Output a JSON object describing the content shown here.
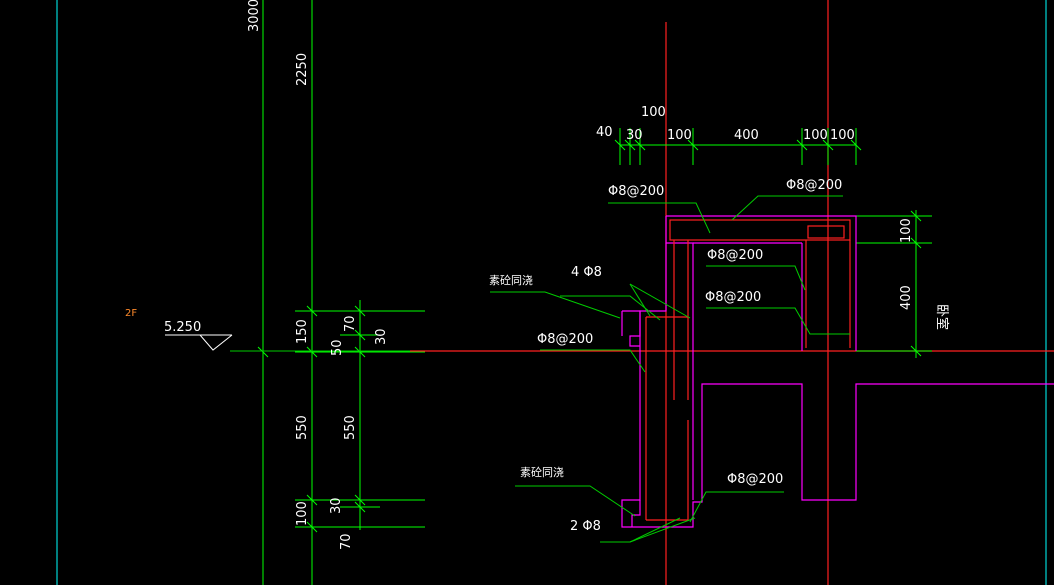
{
  "colors": {
    "background": "#000000",
    "dimension": "#00ff00",
    "grid": "#00ffff",
    "axis": "#ff2020",
    "concrete": "#ff00ff",
    "text": "#ffffff",
    "floor": "#ff8a2a"
  },
  "drawing": {
    "floor_label": "2F",
    "elevation": "5.250",
    "room_label": "卧室",
    "left_dims": {
      "total": "3000",
      "upper": "2250",
      "a": "150",
      "b": "550",
      "c": "100"
    },
    "mid_dims": {
      "a": "50",
      "b": "550",
      "c": "30",
      "d": "70",
      "e": "70",
      "f": "30"
    },
    "top_dims": {
      "overall": "100",
      "d1": "40",
      "d2": "30",
      "d3": "100",
      "d4": "400",
      "d5": "100",
      "d6": "100"
    },
    "right_dims": {
      "a": "100",
      "b": "400"
    },
    "callouts": {
      "top_left_rebar": "Φ8@200",
      "top_right_rebar": "Φ8@200",
      "inner_rebar_1": "Φ8@200",
      "inner_rebar_2": "Φ8@200",
      "side_rebar": "Φ8@200",
      "bottom_rebar": "Φ8@200",
      "main_bars_top": "4 Φ8",
      "main_bars_bottom": "2 Φ8",
      "plain_concrete_top": "素砼同浇",
      "plain_concrete_bottom": "素砼同浇"
    }
  }
}
